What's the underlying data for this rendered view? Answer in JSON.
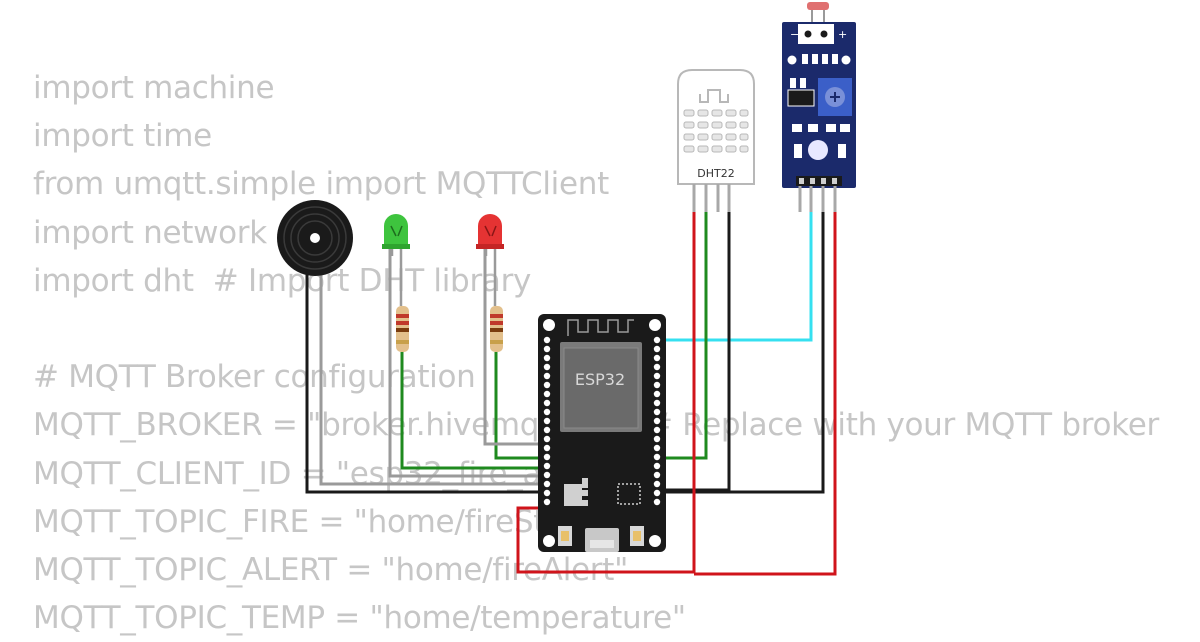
{
  "code_lines": [
    "import machine",
    "import time",
    "from umqtt.simple import MQTTClient",
    "import network",
    "import dht  # Import DHT library",
    "",
    "# MQTT Broker configuration",
    "MQTT_BROKER = \"broker.hivemq.com\"  # Replace with your MQTT broker",
    "MQTT_CLIENT_ID = \"esp32_fire_alarm\"",
    "MQTT_TOPIC_FIRE = \"home/fireStatus\"",
    "MQTT_TOPIC_ALERT = \"home/fireAlert\"",
    "MQTT_TOPIC_TEMP = \"home/temperature\""
  ],
  "components": {
    "esp32": {
      "label": "ESP32"
    },
    "dht22": {
      "label": "DHT22"
    },
    "flame_sensor": {
      "minus": "−",
      "plus": "+"
    }
  },
  "colors": {
    "wire_black": "#1a1a1a",
    "wire_red": "#d0141b",
    "wire_green": "#1f8a1f",
    "wire_cyan": "#35e0f0",
    "wire_gray": "#9a9a9a",
    "esp32_board": "#1a1a1a",
    "sensor_board": "#1b2a6b",
    "led_green": "#3ec43e",
    "led_red": "#e53333"
  }
}
